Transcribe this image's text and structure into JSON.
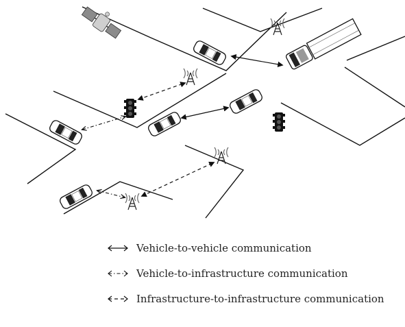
{
  "legend": {
    "v2v": "Vehicle-to-vehicle communication",
    "v2i": "Vehicle-to-infrastructure communication",
    "i2i": "Infrastructure-to-infrastructure communication"
  }
}
